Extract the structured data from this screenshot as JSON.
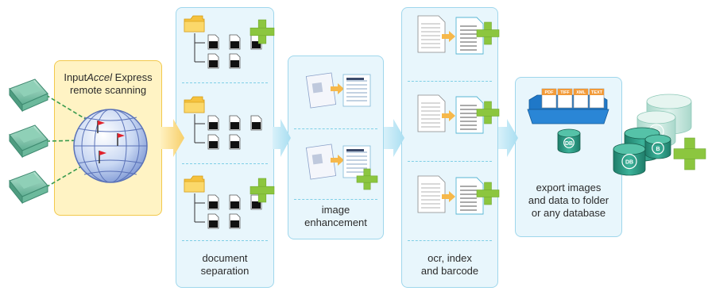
{
  "scan": {
    "title_prefix": "Input",
    "title_italic": "Accel",
    "title_suffix": " Express",
    "subtitle": "remote scanning"
  },
  "separation": {
    "line1": "document",
    "line2": "separation"
  },
  "enhancement": {
    "line1": "image",
    "line2": "enhancement"
  },
  "ocr": {
    "line1": "ocr, index",
    "line2": "and barcode"
  },
  "export": {
    "line1": "export images",
    "line2": "and data to folder",
    "line3": "or any database",
    "formats": [
      "PDF",
      "TIFF",
      "XML",
      "TEXT"
    ],
    "db_label": "DB"
  },
  "colors": {
    "scan_fill": "#fff3c4",
    "scan_border": "#f2c94c",
    "panel_fill": "#e8f6fc",
    "panel_border": "#9fd7ec",
    "arrow": "#bfe8f6",
    "plus": "#8cc63f",
    "db": "#2e9b84"
  }
}
